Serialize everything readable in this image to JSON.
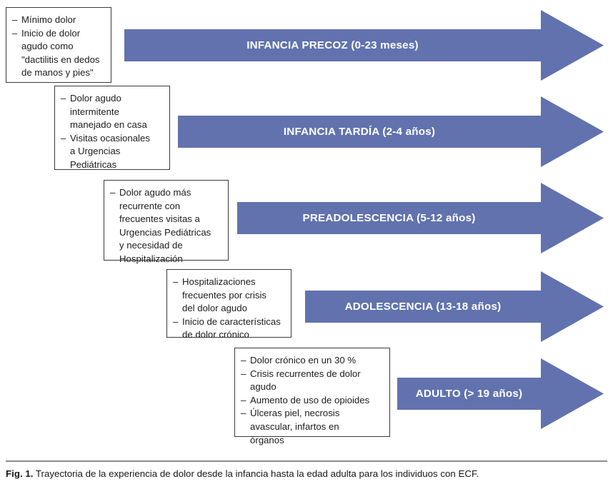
{
  "figure": {
    "caption_label": "Fig. 1.",
    "caption_text": "Trayectoria de la experiencia de dolor desde la infancia hasta la edad adulta para los individuos con ECF.",
    "arrow_color": "#6172ae",
    "box_border_color": "#3a3a3a",
    "text_color": "#1c1c1c",
    "label_color": "#ffffff",
    "background": "#ffffff"
  },
  "stages": [
    {
      "id": "infancia-precoz",
      "arrow_label": "INFANCIA PRECOZ (0-23 meses)",
      "bullets": [
        "Mínimo dolor",
        "Inicio de dolor\nagudo como\n\"dactilitis en dedos\nde manos y pies\""
      ],
      "bullet_marker": "–"
    },
    {
      "id": "infancia-tardia",
      "arrow_label": "INFANCIA TARDÍA (2-4 años)",
      "bullets": [
        "Dolor agudo\nintermitente\nmanejado en casa",
        "Visitas ocasionales\na Urgencias\nPediátricas"
      ],
      "bullet_marker": "–"
    },
    {
      "id": "preadolescencia",
      "arrow_label": "PREADOLESCENCIA (5-12 años)",
      "bullets": [
        "Dolor agudo más\nrecurrente con\nfrecuentes visitas a\nUrgencias Pediátricas\ny necesidad de\nHospitalización"
      ],
      "bullet_marker": "–"
    },
    {
      "id": "adolescencia",
      "arrow_label": "ADOLESCENCIA (13-18 años)",
      "bullets": [
        "Hospitalizaciones\nfrecuentes por crisis\ndel dolor agudo",
        "Inicio de características\nde dolor crónico"
      ],
      "bullet_marker": "–"
    },
    {
      "id": "adulto",
      "arrow_label": "ADULTO (> 19 años)",
      "bullets": [
        "Dolor crónico en un 30 %",
        "Crisis recurrentes de dolor\nagudo",
        "Aumento de uso de opioides",
        "Úlceras piel, necrosis\navascular, infartos en\nórganos"
      ],
      "bullet_marker": "–"
    }
  ]
}
